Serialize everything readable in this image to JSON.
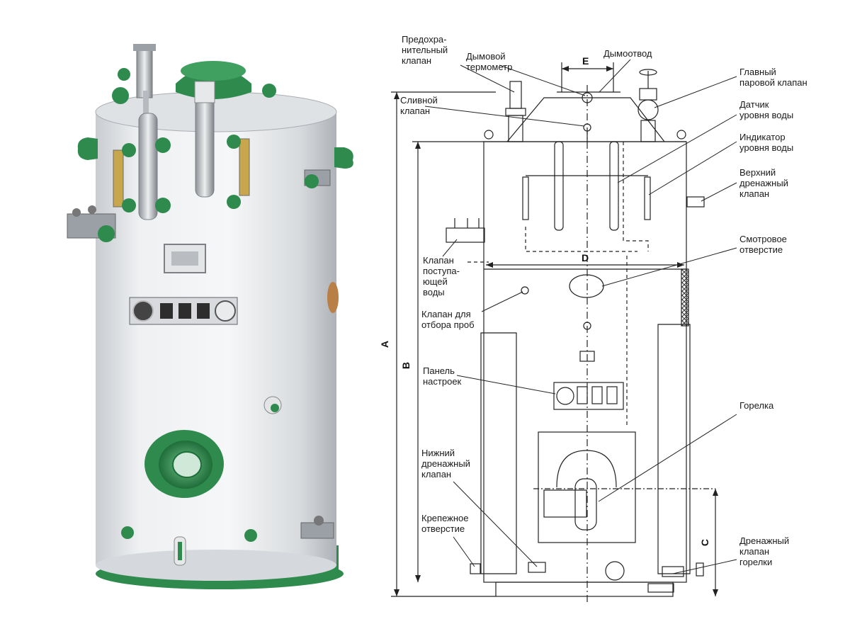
{
  "labels": {
    "safety_valve": [
      "Предохра-",
      "нительный",
      "клапан"
    ],
    "smoke_thermometer": [
      "Дымовой",
      "термометр"
    ],
    "flue": [
      "Дымоотвод"
    ],
    "main_steam_valve": [
      "Главный",
      "паровой клапан"
    ],
    "water_level_sensor": [
      "Датчик",
      "уровня воды"
    ],
    "water_level_indicator": [
      "Индикатор",
      "уровня воды"
    ],
    "upper_drain_valve": [
      "Верхний",
      "дренажный",
      "клапан"
    ],
    "drain_valve": [
      "Сливной",
      "клапан"
    ],
    "inspection_hole": [
      "Смотровое",
      "отверстие"
    ],
    "inlet_water_valve": [
      "Клапан",
      "поступа-",
      "ющей",
      "воды"
    ],
    "sampling_valve": [
      "Клапан для",
      "отбора проб"
    ],
    "settings_panel": [
      "Панель",
      "настроек"
    ],
    "burner": [
      "Горелка"
    ],
    "lower_drain_valve": [
      "Нижний",
      "дренажный",
      "клапан"
    ],
    "mounting_hole": [
      "Крепежное",
      "отверстие"
    ],
    "burner_drain_valve": [
      "Дренажный",
      "клапан",
      "горелки"
    ]
  },
  "dimensions": {
    "A": "A",
    "B": "B",
    "C": "C",
    "D": "D",
    "E": "E"
  },
  "colors": {
    "boiler_body": "#e9eaec",
    "boiler_shadow": "#b9bcc1",
    "accent_green": "#2f8a4e",
    "line": "#222222"
  }
}
